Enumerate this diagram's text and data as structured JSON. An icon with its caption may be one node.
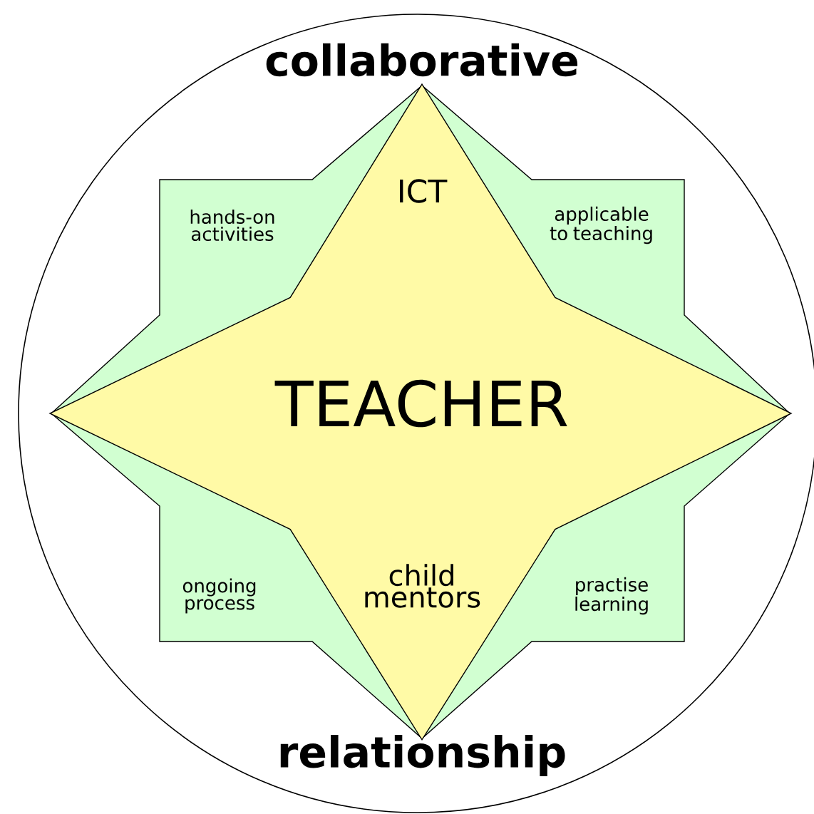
{
  "diagram": {
    "nodes": [
      {
        "text": [
          "collaborative",
          "relationship"
        ]
      },
      {
        "text": [
          "hands-on activities",
          "applicable to teaching",
          "ongoing process",
          "practise learning"
        ],
        "in": 0
      },
      {
        "text": [
          "ICT",
          "TEACHER",
          "child mentors"
        ],
        "in": 1
      }
    ]
  }
}
